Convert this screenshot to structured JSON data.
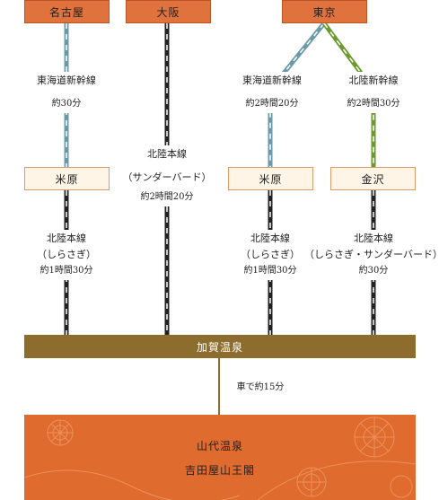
{
  "stations": {
    "nagoya": "名古屋",
    "osaka": "大阪",
    "tokyo": "東京",
    "maibara_1": "米原",
    "maibara_2": "米原",
    "kanazawa": "金沢",
    "kaga_onsen": "加賀温泉",
    "yamashiro_onsen": "山代温泉",
    "hotel": "吉田屋山王閣"
  },
  "routes": {
    "nagoya_maibara": {
      "line": "東海道新幹線",
      "time": "約30分"
    },
    "osaka_kaga": {
      "line": "北陸本線",
      "train": "（サンダーバード）",
      "time": "約2時間20分"
    },
    "tokyo_maibara": {
      "line": "東海道新幹線",
      "time": "約2時間20分"
    },
    "tokyo_kanazawa": {
      "line": "北陸新幹線",
      "time": "約2時間30分"
    },
    "maibara_kaga_1": {
      "line": "北陸本線",
      "train": "（しらさぎ）",
      "time": "約1時間30分"
    },
    "maibara_kaga_2": {
      "line": "北陸本線",
      "train": "（しらさぎ）",
      "time": "約1時間30分"
    },
    "kanazawa_kaga": {
      "line": "北陸本線",
      "train": "（しらさぎ・サンダーバード）",
      "time": "約30分"
    },
    "kaga_yamashiro": {
      "time": "車で約15分"
    }
  },
  "colors": {
    "origin": "#e0733d",
    "tokaido_shinkansen": "#6a9aa8",
    "hokuriku_shinkansen": "#6b9a2e",
    "hokuriku_line": "#222222",
    "bar": "#8c6d2e",
    "destination": "#e06b2e"
  }
}
